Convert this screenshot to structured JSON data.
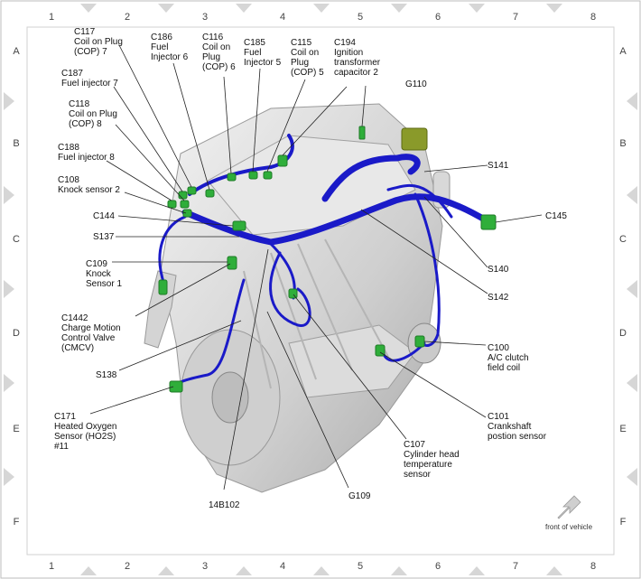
{
  "grid": {
    "columns": [
      "1",
      "2",
      "3",
      "4",
      "5",
      "6",
      "7",
      "8"
    ],
    "rows": [
      "A",
      "B",
      "C",
      "D",
      "E",
      "F"
    ]
  },
  "callouts": [
    {
      "id": "c117",
      "lines": [
        "C117",
        "Coil on Plug",
        "(COP) 7"
      ]
    },
    {
      "id": "c186",
      "lines": [
        "C186",
        "Fuel",
        "Injector 6"
      ]
    },
    {
      "id": "c116",
      "lines": [
        "C116",
        "Coil on",
        "Plug",
        "(COP) 6"
      ]
    },
    {
      "id": "c185",
      "lines": [
        "C185",
        "Fuel",
        "Injector 5"
      ]
    },
    {
      "id": "c115",
      "lines": [
        "C115",
        "Coil on",
        "Plug",
        "(COP) 5"
      ]
    },
    {
      "id": "c194",
      "lines": [
        "C194",
        "Ignition",
        "transformer",
        "capacitor 2"
      ]
    },
    {
      "id": "c187",
      "lines": [
        "C187",
        "Fuel injector 7"
      ]
    },
    {
      "id": "c118",
      "lines": [
        "C118",
        "Coil on Plug",
        "(COP) 8"
      ]
    },
    {
      "id": "g110",
      "lines": [
        "G110"
      ]
    },
    {
      "id": "c188",
      "lines": [
        "C188",
        "Fuel injector 8"
      ]
    },
    {
      "id": "s141",
      "lines": [
        "S141"
      ]
    },
    {
      "id": "c108",
      "lines": [
        "C108",
        "Knock sensor 2"
      ]
    },
    {
      "id": "c144",
      "lines": [
        "C144"
      ]
    },
    {
      "id": "c145",
      "lines": [
        "C145"
      ]
    },
    {
      "id": "s137",
      "lines": [
        "S137"
      ]
    },
    {
      "id": "c109",
      "lines": [
        "C109",
        "Knock",
        "Sensor 1"
      ]
    },
    {
      "id": "s140",
      "lines": [
        "S140"
      ]
    },
    {
      "id": "s142",
      "lines": [
        "S142"
      ]
    },
    {
      "id": "c1442",
      "lines": [
        "C1442",
        "Charge Motion",
        "Control Valve",
        "(CMCV)"
      ]
    },
    {
      "id": "c100",
      "lines": [
        "C100",
        "A/C clutch",
        "field coil"
      ]
    },
    {
      "id": "s138",
      "lines": [
        "S138"
      ]
    },
    {
      "id": "c101",
      "lines": [
        "C101",
        "Crankshaft",
        "postion sensor"
      ]
    },
    {
      "id": "c171",
      "lines": [
        "C171",
        "Heated Oxygen",
        "Sensor (HO2S)",
        "#11"
      ]
    },
    {
      "id": "c107",
      "lines": [
        "C107",
        "Cylinder head",
        "temperature",
        "sensor"
      ]
    },
    {
      "id": "p14b102",
      "lines": [
        "14B102"
      ]
    },
    {
      "id": "g109",
      "lines": [
        "G109"
      ]
    }
  ],
  "orientation": {
    "label": "front of vehicle"
  },
  "colors": {
    "harness": "#1a1ac8",
    "connector": "#2fae3a",
    "engine": "#d9d9d9",
    "frame": "#c8c8c8"
  }
}
